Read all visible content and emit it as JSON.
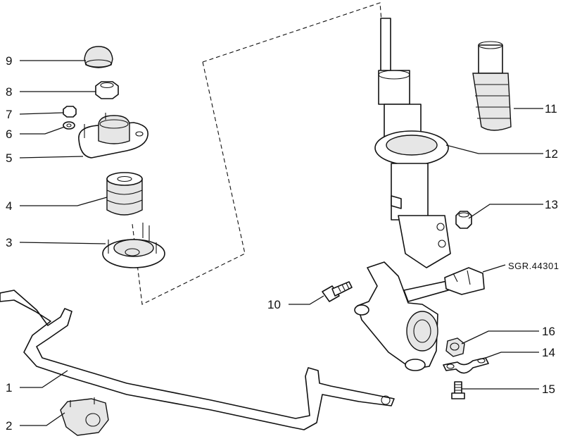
{
  "reference_code": "SGR.44301",
  "callouts": [
    {
      "number": "1"
    },
    {
      "number": "2"
    },
    {
      "number": "3"
    },
    {
      "number": "4"
    },
    {
      "number": "5"
    },
    {
      "number": "6"
    },
    {
      "number": "7"
    },
    {
      "number": "8"
    },
    {
      "number": "9"
    },
    {
      "number": "10"
    },
    {
      "number": "11"
    },
    {
      "number": "12"
    },
    {
      "number": "13"
    },
    {
      "number": "14"
    },
    {
      "number": "15"
    },
    {
      "number": "16"
    }
  ]
}
